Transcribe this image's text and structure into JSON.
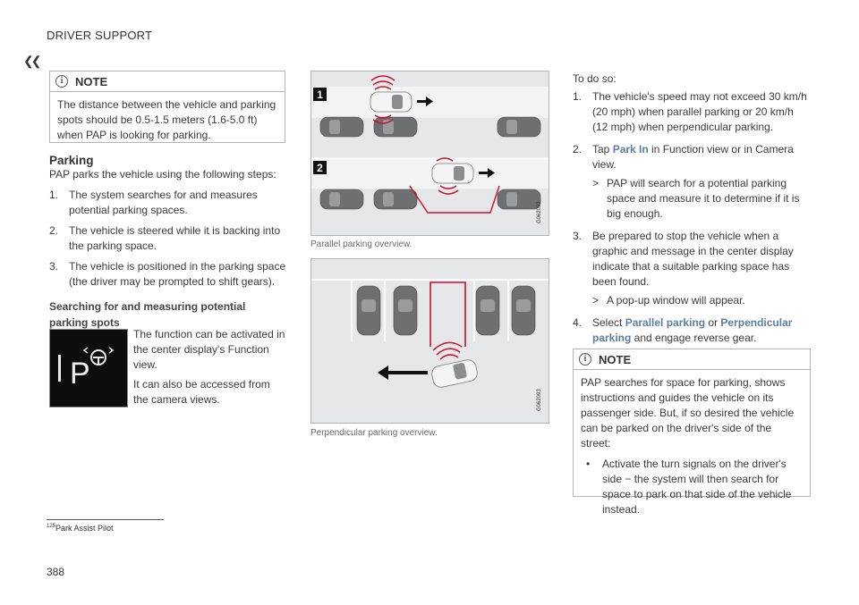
{
  "header": {
    "section": "DRIVER SUPPORT",
    "page_number": "388"
  },
  "note1": {
    "title": "NOTE",
    "body": "The distance between the vehicle and parking spots should be 0.5-1.5 meters (1.6-5.0 ft) when PAP is looking for parking."
  },
  "parking": {
    "heading": "Parking",
    "intro": "PAP parks the vehicle using the following steps:",
    "steps": [
      {
        "num": "1.",
        "text": "The system searches for and measures potential parking spaces."
      },
      {
        "num": "2.",
        "text": "The vehicle is steered while it is backing into the parking space."
      },
      {
        "num": "3.",
        "text": "The vehicle is positioned in the parking space (the driver may be prompted to shift gears)."
      }
    ]
  },
  "searching": {
    "heading": "Searching for and measuring potential parking spots",
    "para1": "The function can be activated in the center display's Function view.",
    "para2": "It can also be accessed from the camera views.",
    "icon": "pap-button-icon"
  },
  "figures": {
    "parallel_caption": "Parallel parking overview.",
    "parallel_labels": [
      "1",
      "2"
    ],
    "parallel_code": "G062092",
    "perpendicular_caption": "Perpendicular parking overview.",
    "perpendicular_code": "G062093"
  },
  "procedure": {
    "intro": "To do so:",
    "step1_num": "1.",
    "step1_text": "The vehicle's speed may not exceed 30 km/h (20 mph) when parallel parking or 20 km/h (12 mph) when perpendicular parking.",
    "step2_num": "2.",
    "step2_pre": "Tap ",
    "step2_hl": "Park In",
    "step2_post": " in Function view or in Camera view.",
    "step2_result_glyph": ">",
    "step2_result": "PAP will search for a potential parking space and measure it to determine if it is big enough.",
    "step3_num": "3.",
    "step3_text": "Be prepared to stop the vehicle when a graphic and message in the center display indicate that a suitable parking space has been found.",
    "step3_result_glyph": ">",
    "step3_result": "A pop-up window will appear.",
    "step4_num": "4.",
    "step4_pre": "Select ",
    "step4_hl1": "Parallel parking",
    "step4_mid": " or ",
    "step4_hl2": "Perpendicular parking",
    "step4_post": " and engage reverse gear."
  },
  "note2": {
    "title": "NOTE",
    "body": "PAP searches for space for parking, shows instructions and guides the vehicle on its passenger side. But, if so desired the vehicle can be parked on the driver's side of the street:",
    "bullet_glyph": "•",
    "bullet": "Activate the turn signals on the driver's side − the system will then search for space to park on that side of the vehicle instead."
  },
  "footnote": {
    "marker": "125",
    "text": "Park Assist Pilot"
  },
  "colors": {
    "accent": "#5a7fa3",
    "signal_red": "#c8102e",
    "text": "#3a3a3a"
  }
}
